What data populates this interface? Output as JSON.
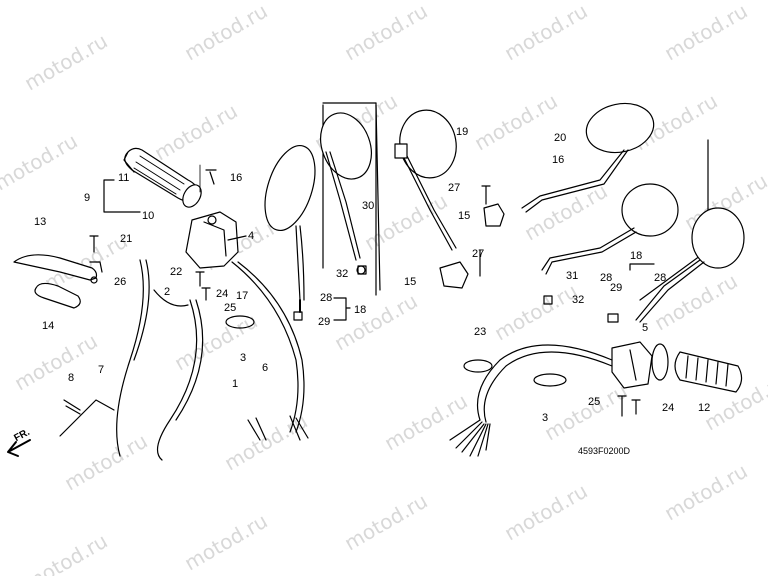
{
  "watermark": "motod.ru",
  "diagram_code": "4593F0200D",
  "direction_label": "FR.",
  "part_numbers": [
    "1",
    "2",
    "3",
    "3",
    "4",
    "5",
    "6",
    "7",
    "8",
    "9",
    "10",
    "11",
    "12",
    "13",
    "14",
    "15",
    "15",
    "16",
    "16",
    "17",
    "18",
    "18",
    "19",
    "20",
    "21",
    "22",
    "23",
    "24",
    "24",
    "25",
    "25",
    "26",
    "27",
    "27",
    "28",
    "28",
    "28",
    "29",
    "29",
    "30",
    "31",
    "32",
    "32"
  ],
  "labels": [
    {
      "id": "l11",
      "text": "11"
    },
    {
      "id": "l9",
      "text": "9"
    },
    {
      "id": "l10",
      "text": "10"
    },
    {
      "id": "l16a",
      "text": "16"
    },
    {
      "id": "l4",
      "text": "4"
    },
    {
      "id": "l13",
      "text": "13"
    },
    {
      "id": "l21",
      "text": "21"
    },
    {
      "id": "l26",
      "text": "26"
    },
    {
      "id": "l2",
      "text": "2"
    },
    {
      "id": "l22",
      "text": "22"
    },
    {
      "id": "l24a",
      "text": "24"
    },
    {
      "id": "l25a",
      "text": "25"
    },
    {
      "id": "l17",
      "text": "17"
    },
    {
      "id": "l14",
      "text": "14"
    },
    {
      "id": "l3a",
      "text": "3"
    },
    {
      "id": "l6",
      "text": "6"
    },
    {
      "id": "l7",
      "text": "7"
    },
    {
      "id": "l1",
      "text": "1"
    },
    {
      "id": "l8",
      "text": "8"
    },
    {
      "id": "l30",
      "text": "30"
    },
    {
      "id": "l32a",
      "text": "32"
    },
    {
      "id": "l28a",
      "text": "28"
    },
    {
      "id": "l18a",
      "text": "18"
    },
    {
      "id": "l29a",
      "text": "29"
    },
    {
      "id": "l19",
      "text": "19"
    },
    {
      "id": "l27a",
      "text": "27"
    },
    {
      "id": "l15a",
      "text": "15"
    },
    {
      "id": "l27b",
      "text": "27"
    },
    {
      "id": "l15b",
      "text": "15"
    },
    {
      "id": "l20",
      "text": "20"
    },
    {
      "id": "l16b",
      "text": "16"
    },
    {
      "id": "l31",
      "text": "31"
    },
    {
      "id": "l32b",
      "text": "32"
    },
    {
      "id": "l18b",
      "text": "18"
    },
    {
      "id": "l28b",
      "text": "28"
    },
    {
      "id": "l29b",
      "text": "29"
    },
    {
      "id": "l28c",
      "text": "28"
    },
    {
      "id": "l5",
      "text": "5"
    },
    {
      "id": "l23",
      "text": "23"
    },
    {
      "id": "l3b",
      "text": "3"
    },
    {
      "id": "l25b",
      "text": "25"
    },
    {
      "id": "l24b",
      "text": "24"
    },
    {
      "id": "l12",
      "text": "12"
    }
  ]
}
